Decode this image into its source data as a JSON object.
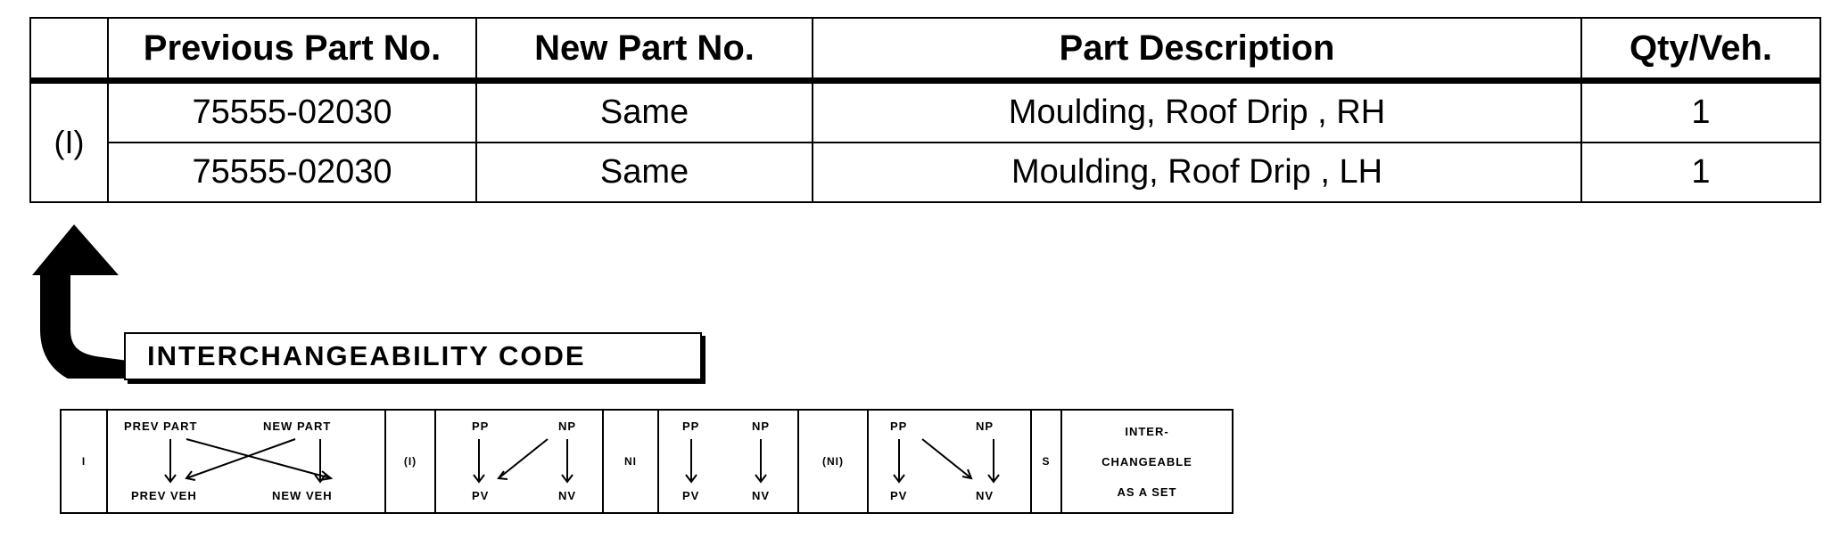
{
  "table": {
    "headers": [
      "",
      "Previous Part No.",
      "New Part No.",
      "Part Description",
      "Qty/Veh."
    ],
    "code": "(I)",
    "rows": [
      {
        "prev": "75555-02030",
        "new": "Same",
        "desc": "Moulding, Roof Drip , RH",
        "qty": "1"
      },
      {
        "prev": "75555-02030",
        "new": "Same",
        "desc": "Moulding, Roof Drip , LH",
        "qty": "1"
      }
    ]
  },
  "interchangeability": {
    "label": "INTERCHANGEABILITY CODE"
  },
  "legend": {
    "code_i": "I",
    "i_prev_part": "PREV PART",
    "i_new_part": "NEW PART",
    "i_prev_veh": "PREV VEH",
    "i_new_veh": "NEW VEH",
    "code_paren_i": "(I)",
    "pi_pp": "PP",
    "pi_np": "NP",
    "pi_pv": "PV",
    "pi_nv": "NV",
    "code_ni": "NI",
    "ni_pp": "PP",
    "ni_np": "NP",
    "ni_pv": "PV",
    "ni_nv": "NV",
    "code_paren_ni": "(NI)",
    "pni_pp": "PP",
    "pni_np": "NP",
    "pni_pv": "PV",
    "pni_nv": "NV",
    "code_s": "S",
    "s_line1": "INTER-",
    "s_line2": "CHANGEABLE",
    "s_line3": "AS A SET"
  }
}
